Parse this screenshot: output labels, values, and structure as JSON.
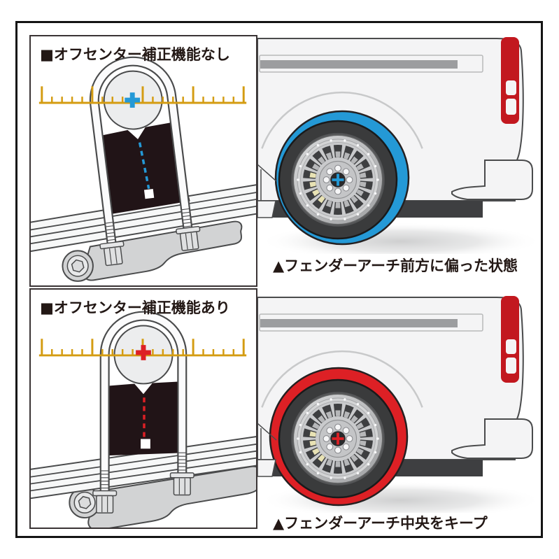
{
  "figure": {
    "top_left_panel": {
      "title": "■オフセンター補正機能なし",
      "marker_icon": "cross-marker-blue"
    },
    "bottom_left_panel": {
      "title": "■オフセンター補正機能あり",
      "marker_icon": "cross-marker-red"
    },
    "top_right_panel": {
      "caption": "▲フェンダーアーチ前方に偏った状態",
      "highlight_icon": "fender-arch-gap-blue"
    },
    "bottom_right_panel": {
      "caption": "▲フェンダーアーチ中央をキープ",
      "highlight_icon": "fender-arch-gap-red"
    }
  },
  "colors": {
    "accent_blue": "#2499D6",
    "accent_red": "#DD2025",
    "ruler_orange": "#D49C12",
    "taillight_red": "#C2181F",
    "block_black": "#211417",
    "ink": "#231815",
    "body_gray": "#F4F4F5",
    "line_gray": "#4A4B4C",
    "metal_gray": "#D2D3D4",
    "tire_gray": "#3A3B3C",
    "stripe_gray": "#9C9D9F",
    "caliper_yellow": "#E8E2B4",
    "underbody_gray": "#3E3F41",
    "panel_border": "#3A3435"
  }
}
